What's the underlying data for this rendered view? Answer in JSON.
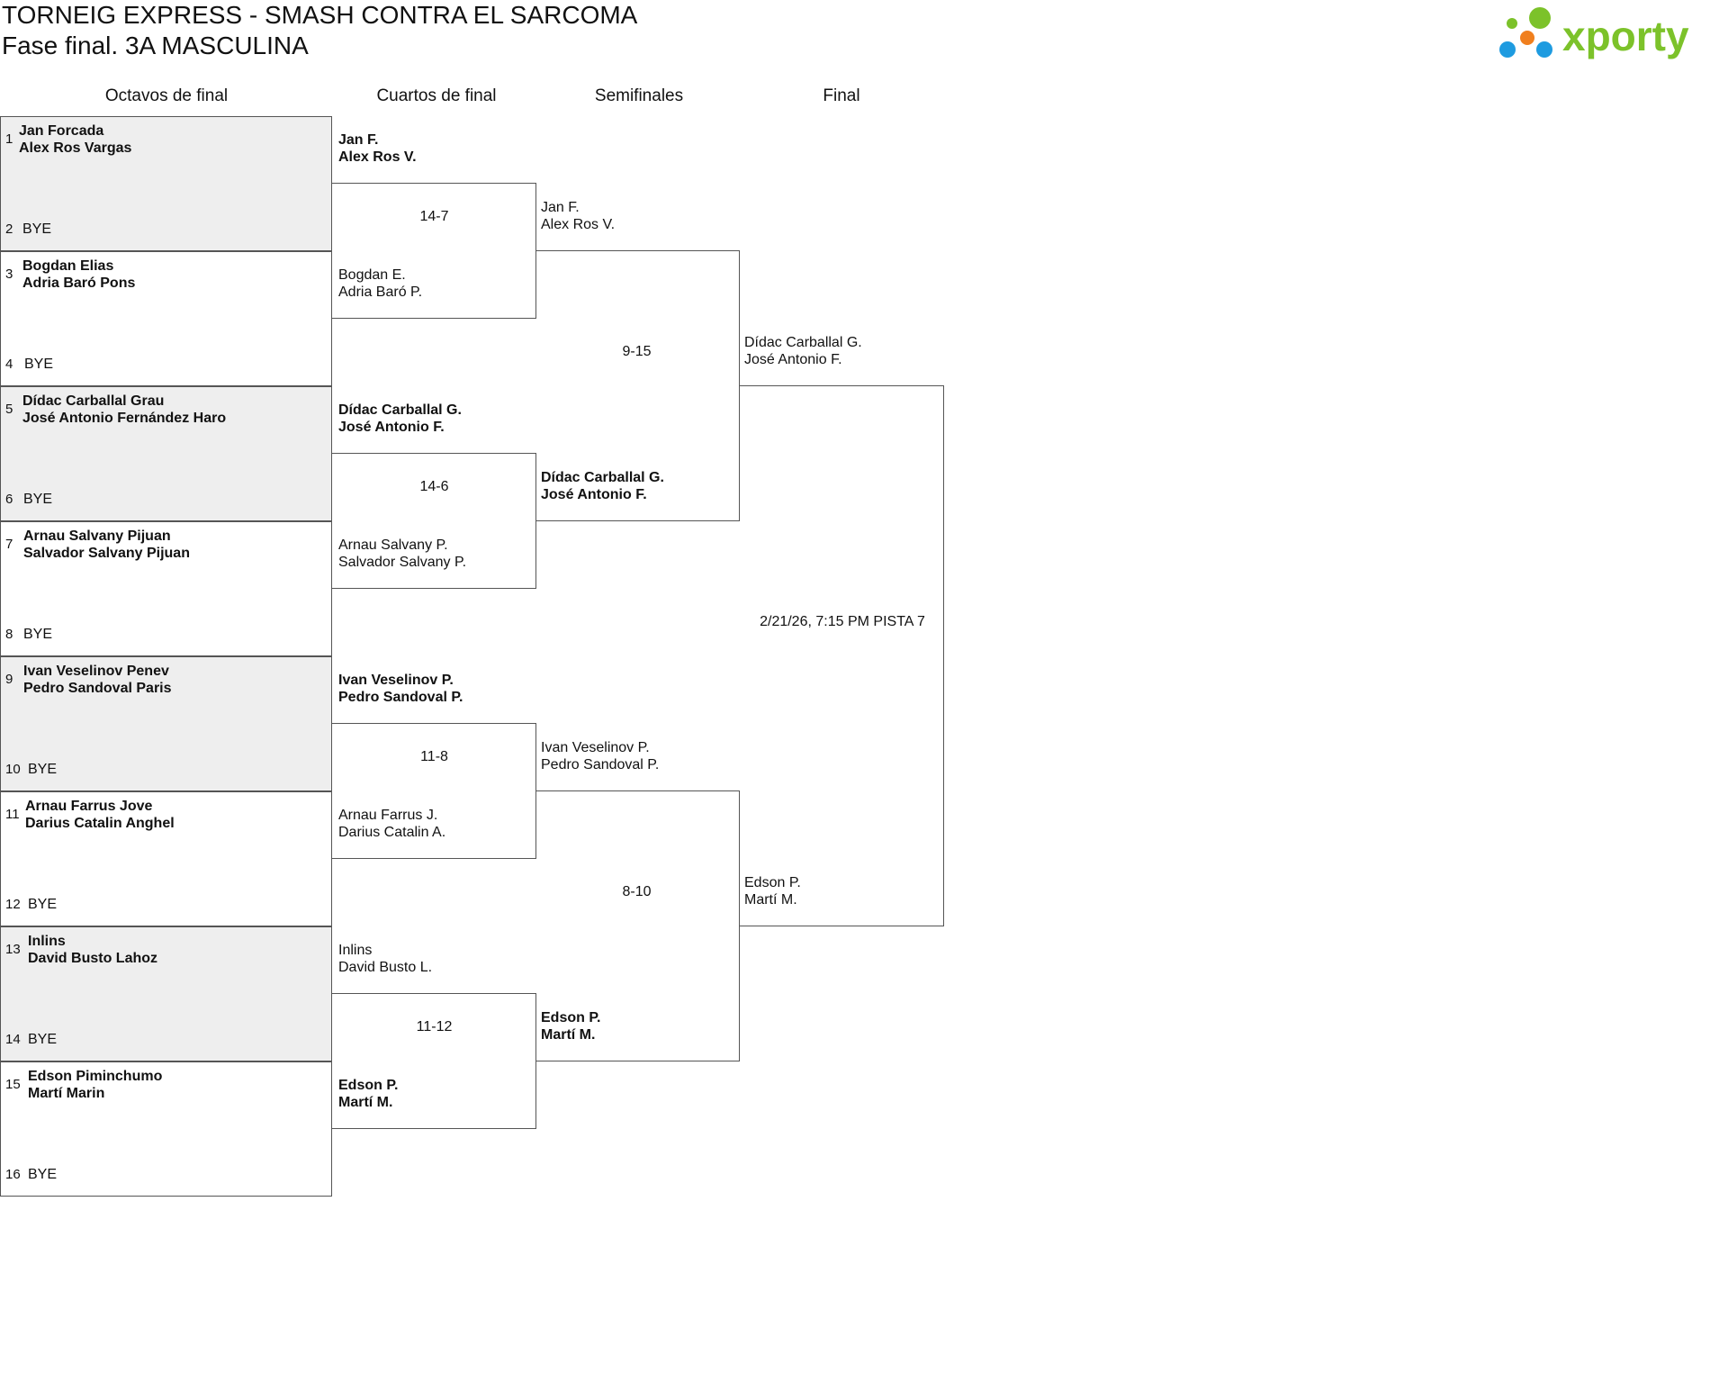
{
  "header": {
    "title": "TORNEIG EXPRESS - SMASH CONTRA EL SARCOMA",
    "subtitle": "Fase final. 3A MASCULINA",
    "logo_text": "xporty"
  },
  "rounds": [
    "Octavos de final",
    "Cuartos de final",
    "Semifinales",
    "Final"
  ],
  "round_of_16": [
    {
      "seed_a": "1",
      "team": [
        "Jan Forcada",
        "Alex Ros Vargas"
      ],
      "seed_b": "2",
      "bye": "BYE"
    },
    {
      "seed_a": "3",
      "team": [
        "Bogdan Elias",
        "Adria Baró Pons"
      ],
      "seed_b": "4",
      "bye": "BYE"
    },
    {
      "seed_a": "5",
      "team": [
        "Dídac Carballal Grau",
        "José Antonio Fernández Haro"
      ],
      "seed_b": "6",
      "bye": "BYE"
    },
    {
      "seed_a": "7",
      "team": [
        "Arnau Salvany Pijuan",
        "Salvador Salvany Pijuan"
      ],
      "seed_b": "8",
      "bye": "BYE"
    },
    {
      "seed_a": "9",
      "team": [
        "Ivan Veselinov Penev",
        "Pedro Sandoval Paris"
      ],
      "seed_b": "10",
      "bye": "BYE"
    },
    {
      "seed_a": "11",
      "team": [
        "Arnau Farrus Jove",
        "Darius Catalin Anghel"
      ],
      "seed_b": "12",
      "bye": "BYE"
    },
    {
      "seed_a": "13",
      "team": [
        "Inlins",
        "David Busto Lahoz"
      ],
      "seed_b": "14",
      "bye": "BYE"
    },
    {
      "seed_a": "15",
      "team": [
        "Edson Piminchumo",
        "Martí Marin"
      ],
      "seed_b": "16",
      "bye": "BYE"
    }
  ],
  "quarterfinals": [
    {
      "top": [
        "Jan F.",
        "Alex Ros V."
      ],
      "bottom": [
        "Bogdan E.",
        "Adria Baró P."
      ],
      "score": "14-7",
      "winner": "top"
    },
    {
      "top": [
        "Dídac Carballal G.",
        "José Antonio F."
      ],
      "bottom": [
        "Arnau Salvany P.",
        "Salvador Salvany P."
      ],
      "score": "14-6",
      "winner": "top"
    },
    {
      "top": [
        "Ivan Veselinov P.",
        "Pedro Sandoval P."
      ],
      "bottom": [
        "Arnau Farrus J.",
        "Darius Catalin A."
      ],
      "score": "11-8",
      "winner": "top"
    },
    {
      "top": [
        "Inlins",
        "David Busto L."
      ],
      "bottom": [
        "Edson P.",
        "Martí M."
      ],
      "score": "11-12",
      "winner": "bottom"
    }
  ],
  "semifinals": [
    {
      "top": [
        "Jan F.",
        "Alex Ros V."
      ],
      "bottom": [
        "Dídac Carballal G.",
        "José Antonio F."
      ],
      "score": "9-15",
      "winner": "bottom"
    },
    {
      "top": [
        "Ivan Veselinov P.",
        "Pedro Sandoval P."
      ],
      "bottom": [
        "Edson P.",
        "Martí M."
      ],
      "score": "8-10",
      "winner": "bottom"
    }
  ],
  "final": {
    "top": [
      "Dídac Carballal G.",
      "José Antonio F."
    ],
    "bottom": [
      "Edson P.",
      "Martí M."
    ],
    "info": "2/21/26, 7:15 PM PISTA 7"
  },
  "colors": {
    "logo_green": "#7cc22a",
    "logo_blue": "#1e9be0",
    "logo_orange": "#f07f1e",
    "shade": "#eeeeee"
  }
}
